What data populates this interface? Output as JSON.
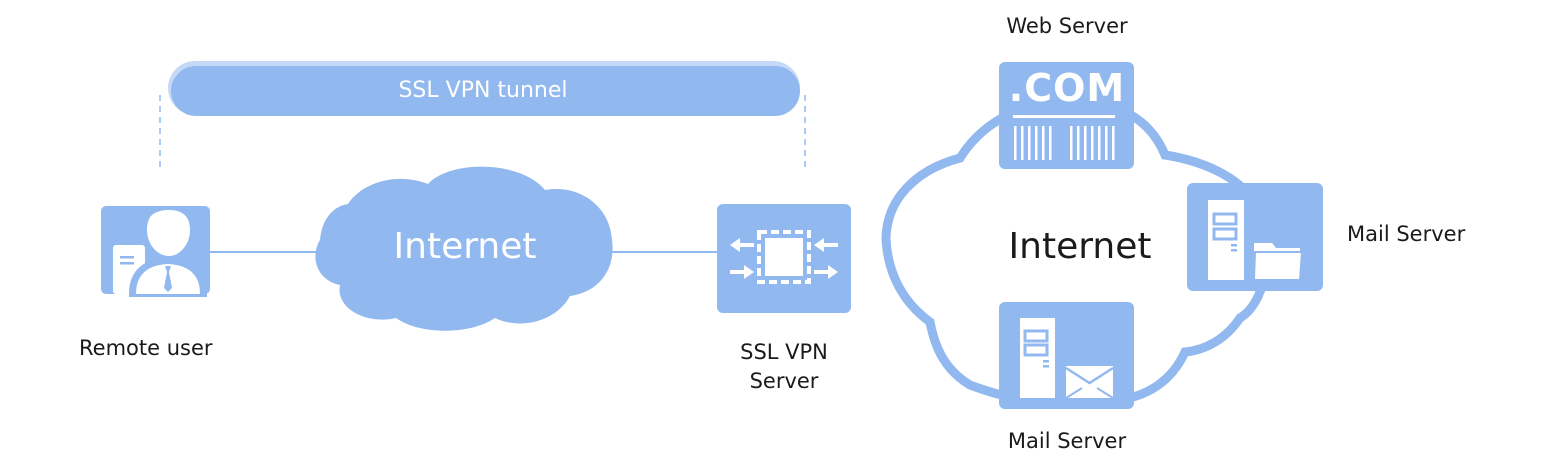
{
  "diagram": {
    "title": "SSL VPN network topology",
    "colors": {
      "accent": "#92b8f0",
      "accent_light": "#c5d9f7",
      "text": "#1a1a1a",
      "icon_fg": "#ffffff",
      "background": "#ffffff"
    },
    "tunnel": {
      "label": "SSL VPN tunnel"
    },
    "nodes": {
      "remote_user": {
        "label": "Remote user",
        "icon": "user-icon"
      },
      "internet_left": {
        "label": "Internet",
        "icon": "cloud-icon"
      },
      "vpn_server": {
        "label_line1": "SSL VPN",
        "label_line2": "Server",
        "icon": "chip-arrows-icon"
      },
      "internet_right": {
        "label": "Internet",
        "icon": "cloud-outline-icon"
      },
      "web_server": {
        "label": "Web Server",
        "icon_text": ".COM",
        "icon": "web-server-icon"
      },
      "mail_server_right": {
        "label": "Mail Server",
        "icon": "server-folder-icon"
      },
      "mail_server_bottom": {
        "label": "Mail Server",
        "icon": "server-envelope-icon"
      }
    },
    "edges": [
      {
        "from": "Remote user",
        "to": "Internet"
      },
      {
        "from": "Internet",
        "to": "SSL VPN Server"
      }
    ]
  }
}
